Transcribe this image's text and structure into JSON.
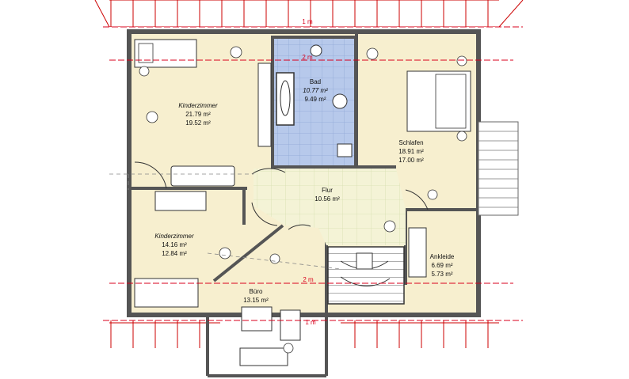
{
  "title": "",
  "rooms": {
    "kinderzimmer_1": {
      "name": "Kinderzimmer",
      "area_a": "21.79 m²",
      "area_b": "19.52 m²"
    },
    "bad": {
      "name": "Bad",
      "area_a": "10.77 m²",
      "area_b": "9.49 m²"
    },
    "schlafen": {
      "name": "Schlafen",
      "area_a": "18.91 m²",
      "area_b": "17.00 m²"
    },
    "flur": {
      "name": "Flur",
      "area_a": "10.56 m²"
    },
    "kinderzimmer_2": {
      "name": "Kinderzimmer",
      "area_a": "14.16 m²",
      "area_b": "12.84 m²"
    },
    "ankleide": {
      "name": "Ankleide",
      "area_a": "6.69 m²",
      "area_b": "5.73 m²"
    },
    "buero": {
      "name": "Büro",
      "area_a": "13.15 m²"
    }
  },
  "dimension_labels": {
    "top": "1 m",
    "bad_line": "2 m",
    "middle": "2 m",
    "bottom": "1 m"
  },
  "colors": {
    "room_fill": "#f7efcf",
    "bath_fill": "#b7c9eb",
    "wall": "#555555",
    "dimension_line": "#d8001c",
    "flur_tile": "#e9efcf"
  }
}
